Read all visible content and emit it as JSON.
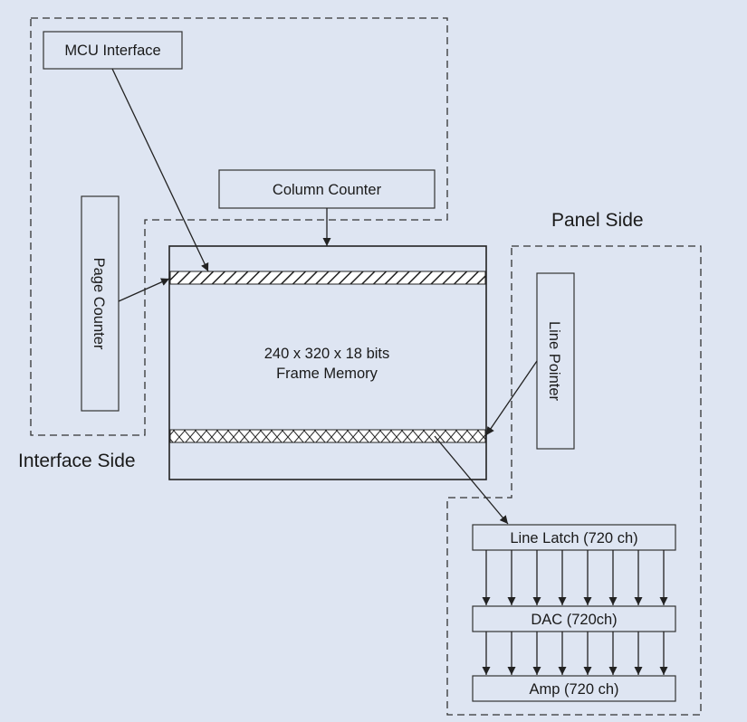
{
  "regions": {
    "interface_side": "Interface Side",
    "panel_side": "Panel Side"
  },
  "blocks": {
    "mcu_interface": "MCU Interface",
    "column_counter": "Column Counter",
    "page_counter": "Page Counter",
    "line_pointer": "Line Pointer",
    "memory_line1": "240 x 320 x 18 bits",
    "memory_line2": "Frame Memory",
    "line_latch": "Line Latch (720 ch)",
    "dac": "DAC (720ch)",
    "amp": "Amp (720 ch)"
  },
  "bus_channel_count": 8
}
